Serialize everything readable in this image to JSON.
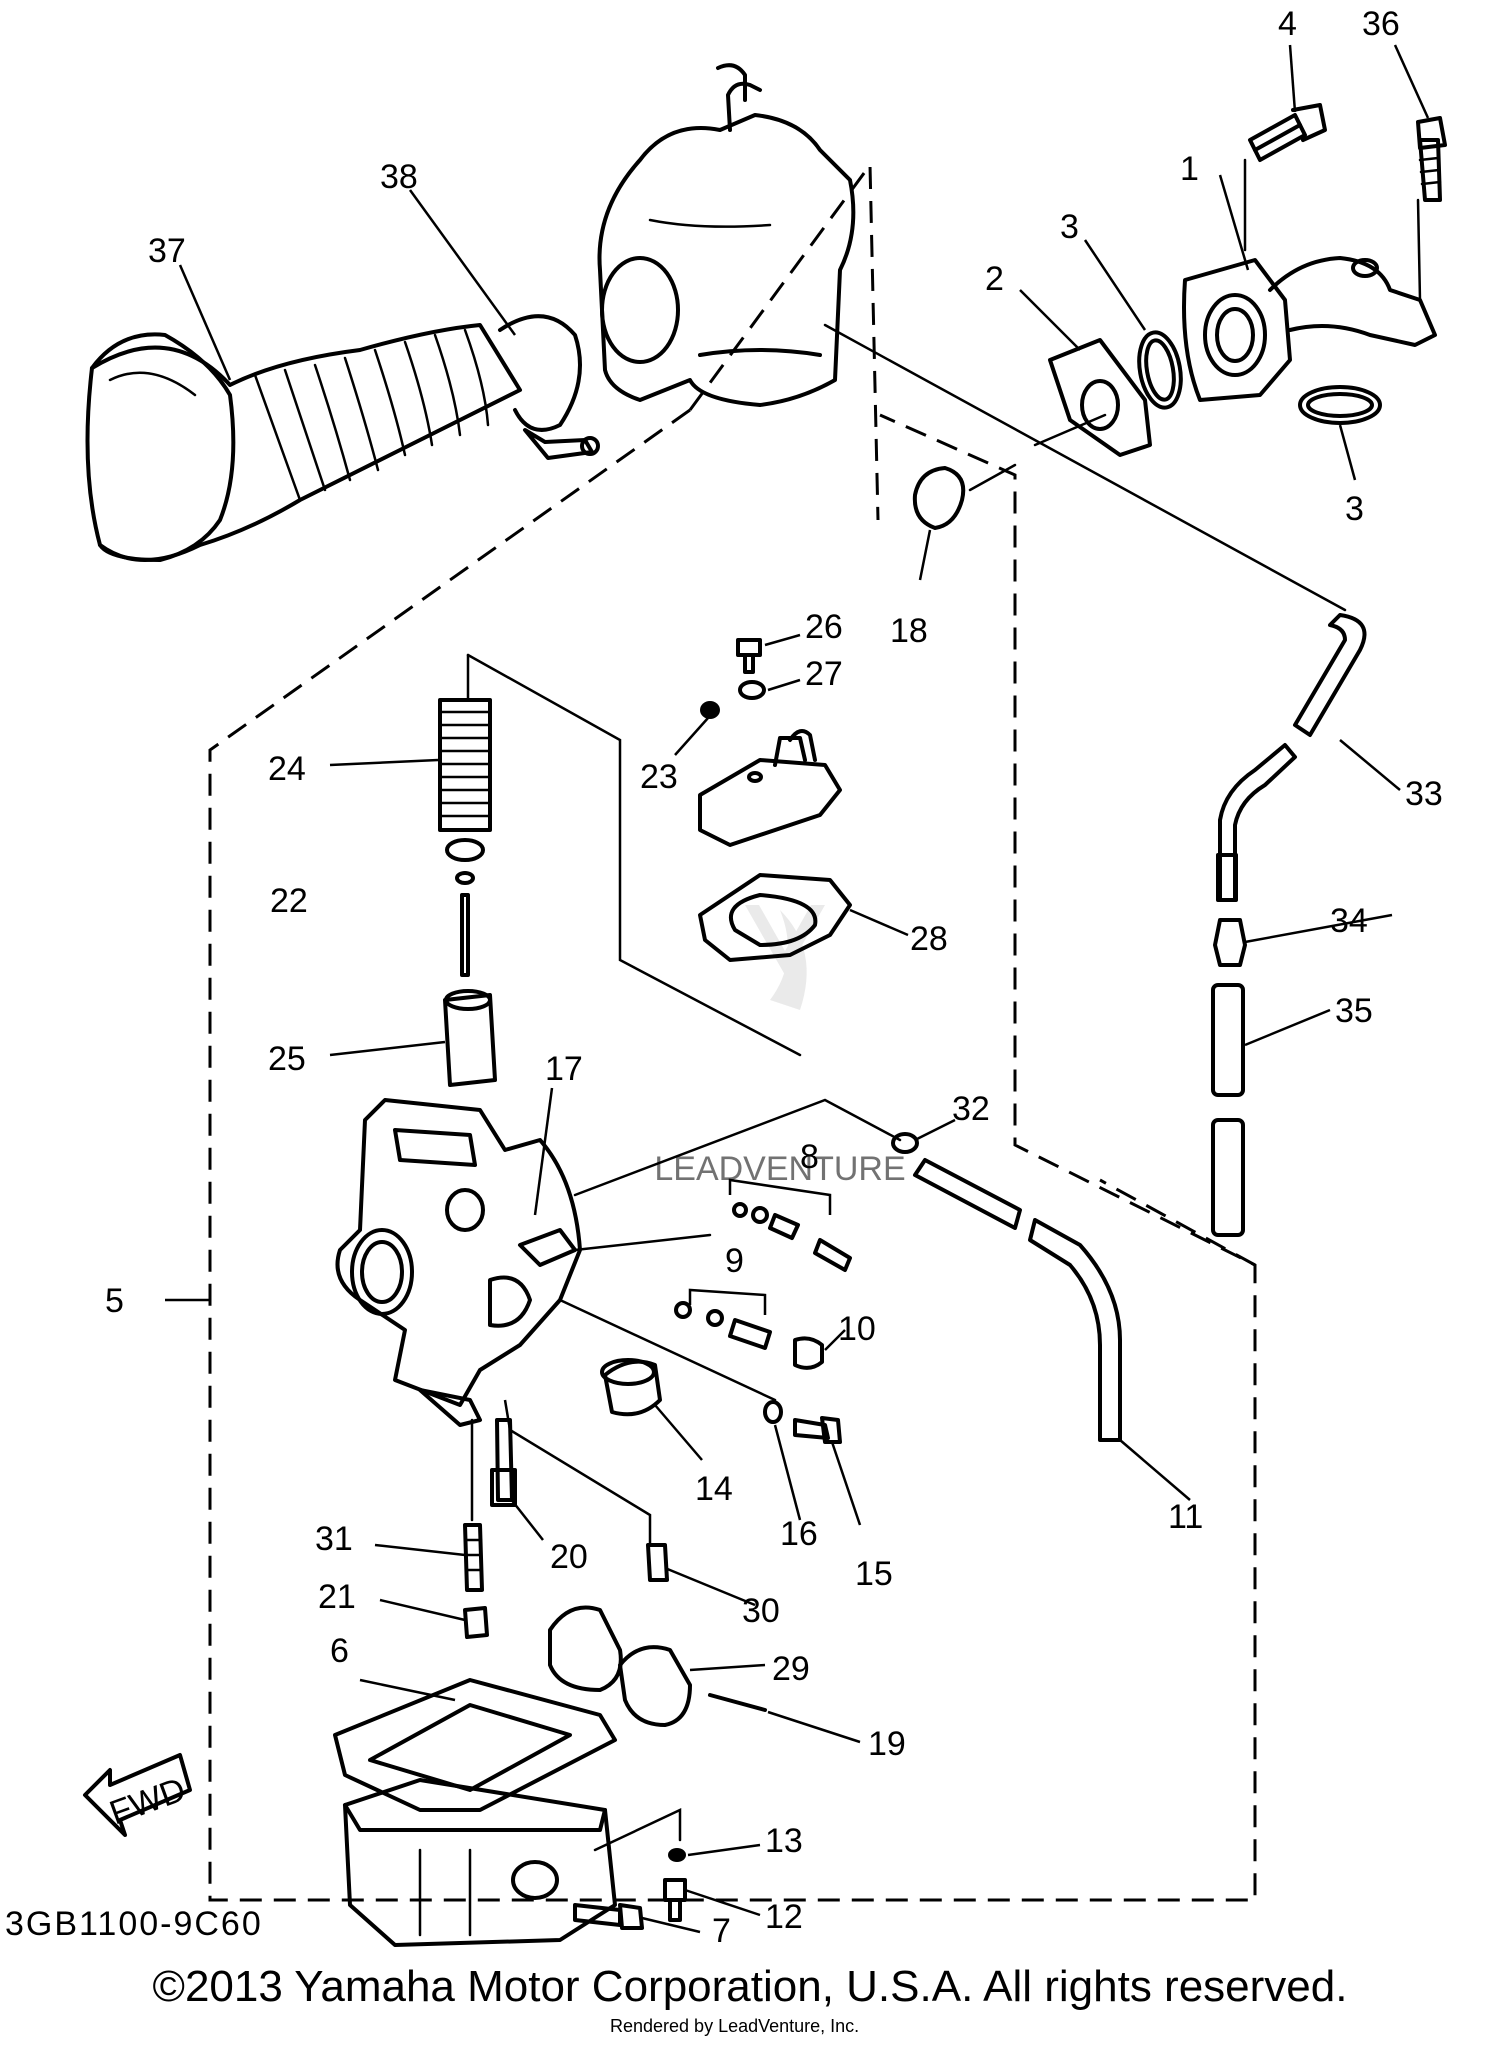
{
  "part_callouts": [
    "1",
    "2",
    "3",
    "3",
    "4",
    "5",
    "6",
    "7",
    "8",
    "9",
    "10",
    "11",
    "12",
    "13",
    "14",
    "15",
    "16",
    "17",
    "18",
    "19",
    "20",
    "21",
    "22",
    "23",
    "24",
    "25",
    "26",
    "27",
    "28",
    "29",
    "30",
    "31",
    "32",
    "33",
    "34",
    "35",
    "36",
    "37",
    "38"
  ],
  "diagram_code": "3GB1100-9C60",
  "fwd_label": "FWD",
  "watermark_text": "LEADVENTURE",
  "copyright": "©2013 Yamaha Motor Corporation, U.S.A. All rights reserved.",
  "rendered_by": "Rendered by LeadVenture, Inc."
}
